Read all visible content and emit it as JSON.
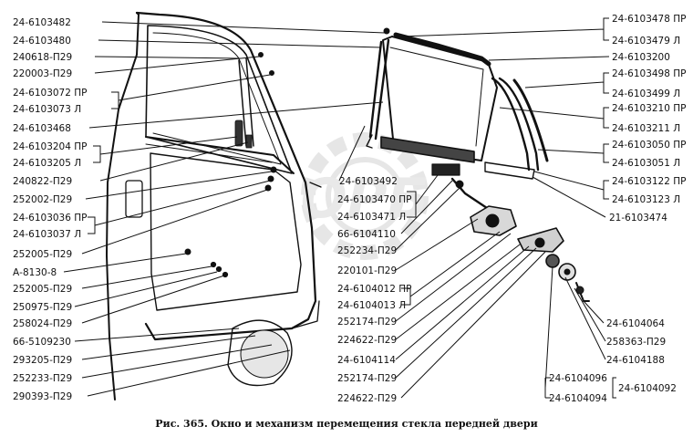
{
  "labels_left": [
    "24-6103482",
    "24-6103480",
    "240618-П29",
    "220003-П29",
    "24-6103072 ПР",
    "24-6103073 Л",
    "24-6103468",
    "24-6103204 ПР",
    "24-6103205 Л",
    "240822-П29",
    "252002-П29",
    "24-6103036 ПР",
    "24-6103037 Л",
    "252005-П29",
    "А-8130-8",
    "252005-П29",
    "250975-П29",
    "258024-П29",
    "66-5109230",
    "293205-П29",
    "252233-П29",
    "290393-П29"
  ],
  "labels_center": [
    "24-6103492",
    "24-6103470 ПР",
    "24-6103471 Л",
    "66-6104110",
    "252234-П29",
    "220101-П29",
    "24-6104012 ПР",
    "24-6104013 Л",
    "252174-П29",
    "224622-П29",
    "24-6104114",
    "252174-П29",
    "224622-П29"
  ],
  "labels_right": [
    "24-6103478 ПР",
    "24-6103479 Л",
    "24-6103200",
    "24-6103498 ПР",
    "24-6103499 Л",
    "24-6103210 ПР",
    "24-6103211 Л",
    "24-6103050 ПР",
    "24-6103051 Л",
    "24-6103122 ПР",
    "24-6103123 Л",
    "21-6103474"
  ],
  "labels_bottom_right": [
    "24-6104064",
    "258363-П29",
    "24-6104188",
    "24-6104096",
    "24-6104094",
    "24-6104092"
  ],
  "caption": "Рис. 365. Окно и механизм перемещения стекла передней двери",
  "watermark": "ОРБ"
}
